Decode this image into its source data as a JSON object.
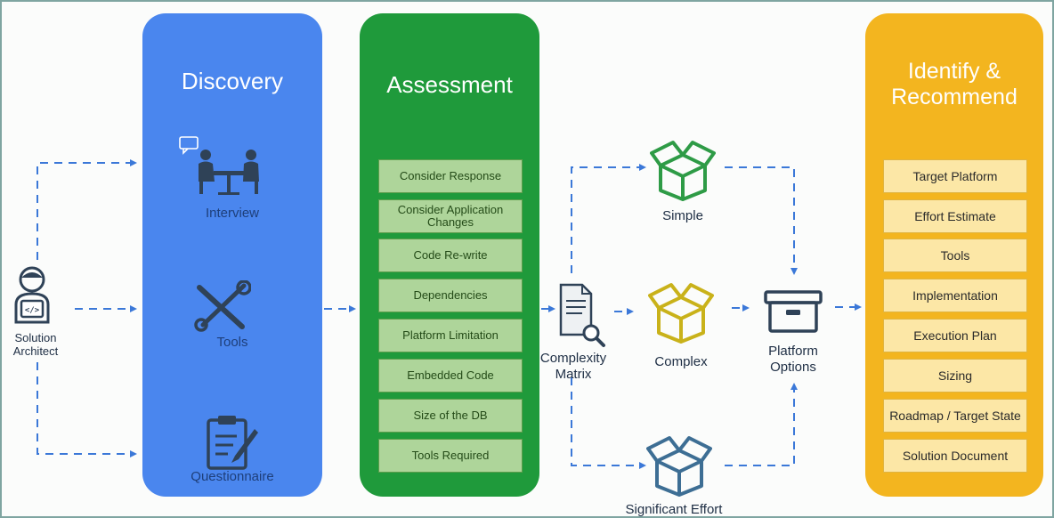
{
  "actor": {
    "label_line1": "Solution",
    "label_line2": "Architect"
  },
  "discovery": {
    "title": "Discovery",
    "items": [
      {
        "label": "Interview",
        "icon": "interview-icon"
      },
      {
        "label": "Tools",
        "icon": "tools-icon"
      },
      {
        "label": "Questionnaire",
        "icon": "questionnaire-icon"
      }
    ]
  },
  "assessment": {
    "title": "Assessment",
    "items": [
      "Consider Response",
      "Consider Application Changes",
      "Code Re-write",
      "Dependencies",
      "Platform Limitation",
      "Embedded Code",
      "Size of the DB",
      "Tools Required"
    ]
  },
  "matrix": {
    "label_line1": "Complexity",
    "label_line2": "Matrix"
  },
  "complexity_levels": [
    {
      "label": "Simple",
      "color": "#2e9b46"
    },
    {
      "label": "Complex",
      "color": "#c9b21a"
    },
    {
      "label": "Significant Effort",
      "color": "#3d6e94"
    }
  ],
  "platform": {
    "label_line1": "Platform",
    "label_line2": "Options"
  },
  "recommend": {
    "title_line1": "Identify &",
    "title_line2": "Recommend",
    "items": [
      "Target Platform",
      "Effort Estimate",
      "Tools",
      "Implementation",
      "Execution Plan",
      "Sizing",
      "Roadmap / Target State",
      "Solution Document"
    ]
  },
  "colors": {
    "discovery": "#4a86ee",
    "assessment": "#1f9a3b",
    "recommend": "#f3b51f",
    "connector": "#3b78d8",
    "icon_dark": "#2f4257"
  }
}
